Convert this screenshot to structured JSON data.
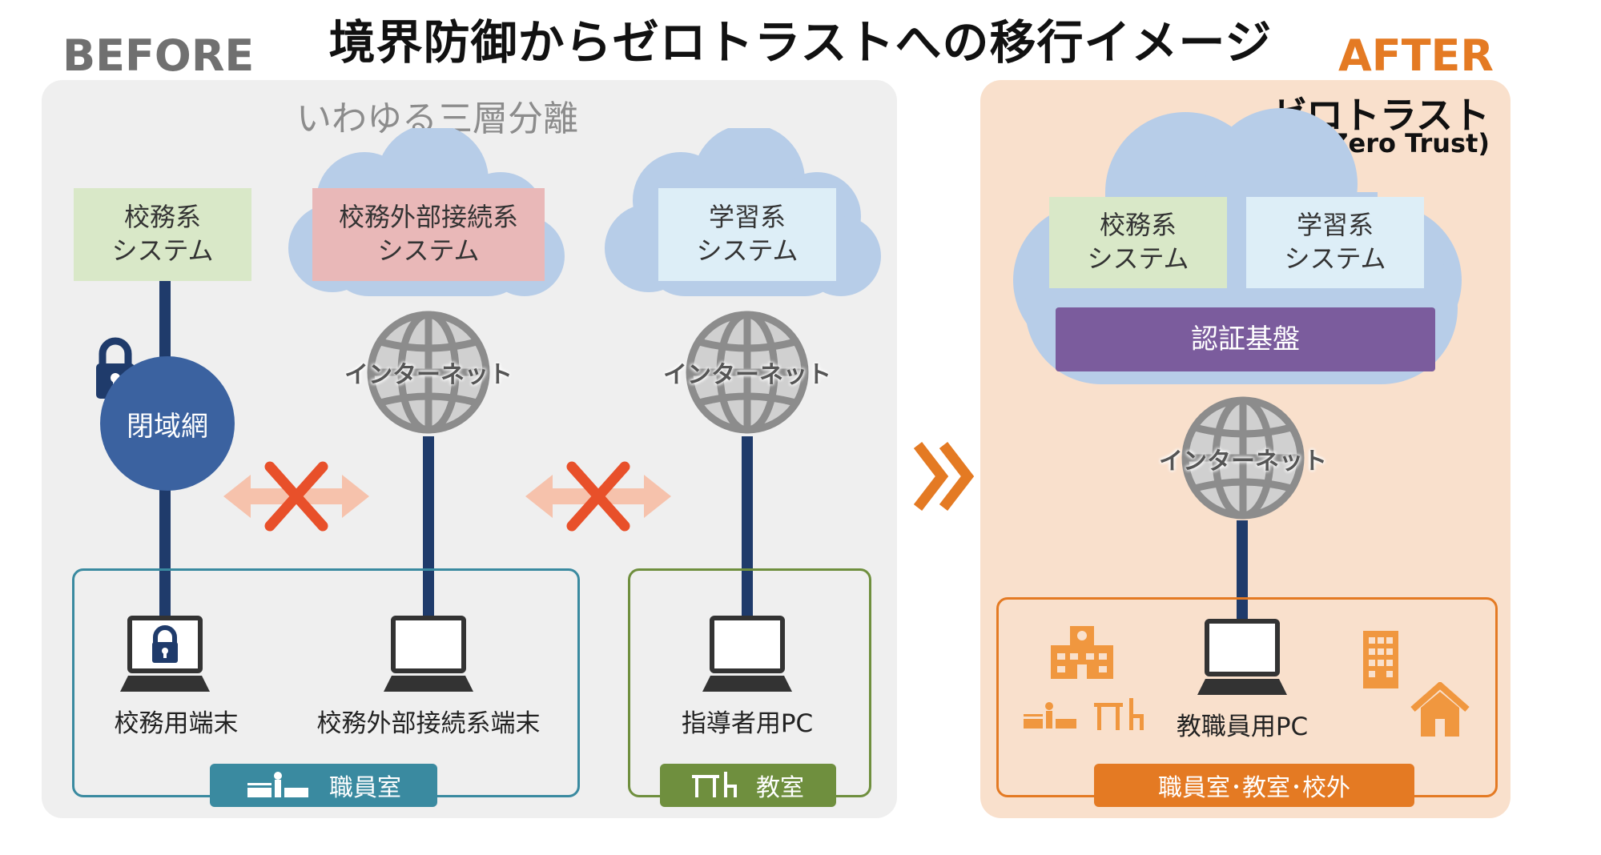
{
  "title": "境界防御からゼロトラストへの移行イメージ",
  "before": {
    "label": "BEFORE",
    "subtitle": "いわゆる三層分離",
    "systems": {
      "school_affairs": "校務系\nシステム",
      "school_external": "校務外部接続系\nシステム",
      "learning": "学習系\nシステム"
    },
    "closed_network": "閉域網",
    "internet_label": "インターネット",
    "devices": {
      "school_terminal": "校務用端末",
      "external_terminal": "校務外部接続系端末",
      "instructor_pc": "指導者用PC"
    },
    "rooms": {
      "staff_room": "職員室",
      "classroom": "教室"
    }
  },
  "after": {
    "label": "AFTER",
    "zero_trust_title": "ゼロトラスト",
    "zero_trust_subtitle": "(Zero Trust)",
    "systems": {
      "school_affairs": "校務系\nシステム",
      "learning": "学習系\nシステム"
    },
    "auth_platform": "認証基盤",
    "internet_label": "インターネット",
    "device": "教職員用PC",
    "location_label": "職員室･教室･校外"
  },
  "colors": {
    "accent_orange": "#e47a23",
    "line_navy": "#1f3b6b",
    "cloud_blue": "#b7cde8",
    "closed_net_blue": "#3b62a0",
    "staff_teal": "#3a8aa0",
    "class_green": "#6f8f3e",
    "auth_purple": "#7b5c9d",
    "cross_red": "#e8502a"
  }
}
